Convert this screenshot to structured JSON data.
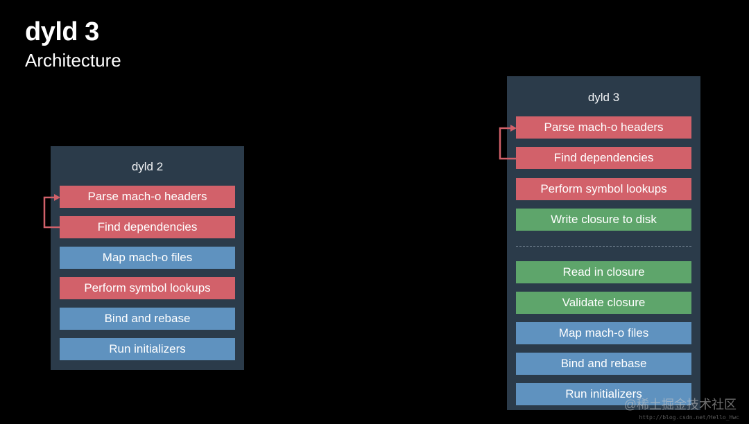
{
  "title": "dyld 3",
  "subtitle": "Architecture",
  "colors": {
    "background": "#000000",
    "panel": "#2b3b4a",
    "red_step": "#d2616a",
    "blue_step": "#5f92bf",
    "green_step": "#5ea56b",
    "loop_arrow": "#d2616a"
  },
  "dyld2": {
    "title": "dyld 2",
    "steps": [
      {
        "label": "Parse mach-o headers",
        "color": "red"
      },
      {
        "label": "Find dependencies",
        "color": "red"
      },
      {
        "label": "Map mach-o files",
        "color": "blue"
      },
      {
        "label": "Perform symbol lookups",
        "color": "red"
      },
      {
        "label": "Bind and rebase",
        "color": "blue"
      },
      {
        "label": "Run initializers",
        "color": "blue"
      }
    ]
  },
  "dyld3": {
    "title": "dyld 3",
    "steps_before_divider": [
      {
        "label": "Parse mach-o headers",
        "color": "red"
      },
      {
        "label": "Find dependencies",
        "color": "red"
      },
      {
        "label": "Perform symbol lookups",
        "color": "red"
      },
      {
        "label": "Write closure to disk",
        "color": "green"
      }
    ],
    "steps_after_divider": [
      {
        "label": "Read in closure",
        "color": "green"
      },
      {
        "label": "Validate closure",
        "color": "green"
      },
      {
        "label": "Map mach-o files",
        "color": "blue"
      },
      {
        "label": "Bind and rebase",
        "color": "blue"
      },
      {
        "label": "Run initializers",
        "color": "blue"
      }
    ]
  },
  "watermark": {
    "text": "@稀土掘金技术社区",
    "url": "http://blog.csdn.net/Hello_Hwc"
  }
}
